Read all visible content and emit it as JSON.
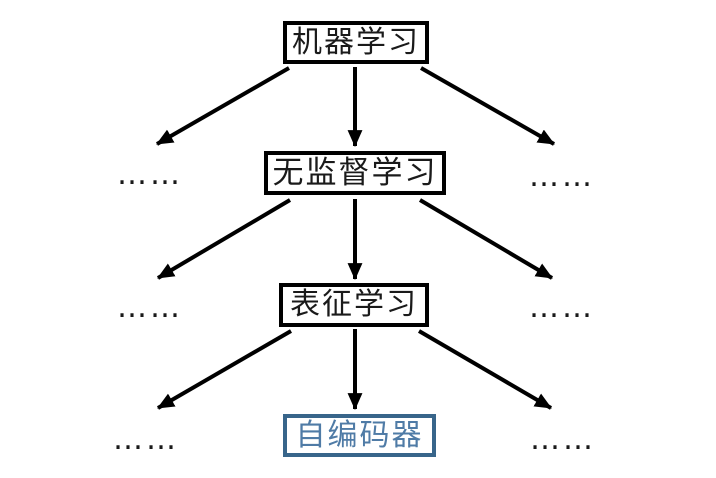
{
  "diagram": {
    "type": "hierarchy-tree",
    "nodes": [
      {
        "id": "machine-learning",
        "label": "机器学习",
        "level": 1,
        "highlighted": false
      },
      {
        "id": "unsupervised-learning",
        "label": "无监督学习",
        "level": 2,
        "highlighted": false
      },
      {
        "id": "representation-learning",
        "label": "表征学习",
        "level": 3,
        "highlighted": false
      },
      {
        "id": "autoencoder",
        "label": "自编码器",
        "level": 4,
        "highlighted": true
      }
    ],
    "ellipsis": "……",
    "edges": [
      {
        "from": "machine-learning",
        "to": "ellipsis-left-level2"
      },
      {
        "from": "machine-learning",
        "to": "unsupervised-learning"
      },
      {
        "from": "machine-learning",
        "to": "ellipsis-right-level2"
      },
      {
        "from": "unsupervised-learning",
        "to": "ellipsis-left-level3"
      },
      {
        "from": "unsupervised-learning",
        "to": "representation-learning"
      },
      {
        "from": "unsupervised-learning",
        "to": "ellipsis-right-level3"
      },
      {
        "from": "representation-learning",
        "to": "ellipsis-left-level4"
      },
      {
        "from": "representation-learning",
        "to": "autoencoder"
      },
      {
        "from": "representation-learning",
        "to": "ellipsis-right-level4"
      }
    ],
    "colors": {
      "node_border": "#000000",
      "node_text": "#1a1a1a",
      "highlight_border": "#38658a",
      "highlight_text": "#4f7ba6",
      "arrow": "#000000",
      "background": "#ffffff"
    }
  }
}
